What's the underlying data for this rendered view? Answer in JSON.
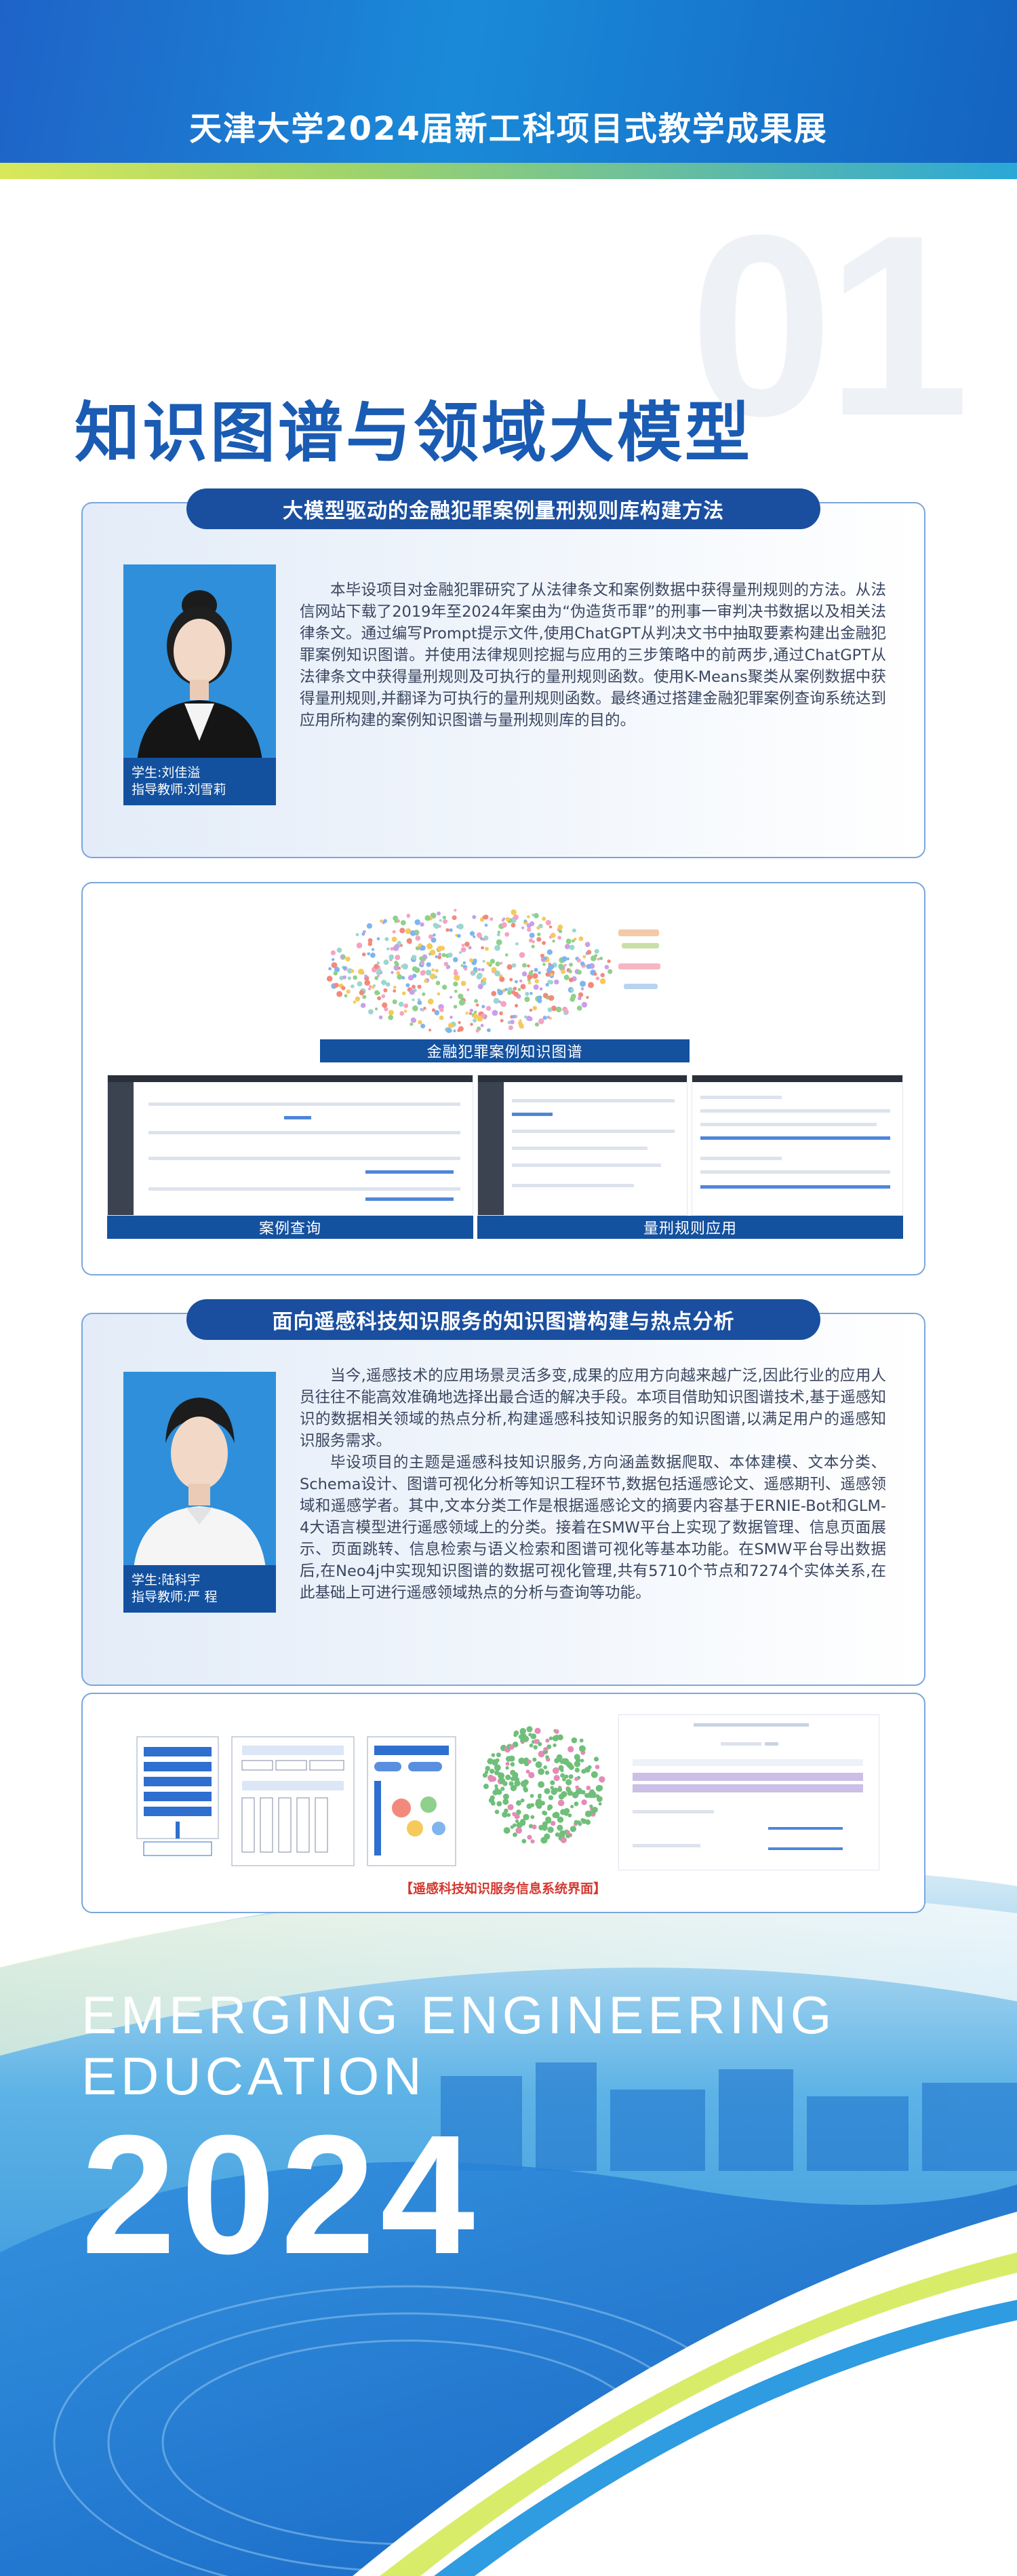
{
  "header": {
    "title": "天津大学2024届新工科项目式教学成果展"
  },
  "section": {
    "number": "01",
    "title": "知识图谱与领域大模型"
  },
  "project1": {
    "title": "大模型驱动的金融犯罪案例量刑规则库构建方法",
    "student": "学生:刘佳溢",
    "advisor": "指导教师:刘雪莉",
    "paragraphs": [
      "本毕设项目对金融犯罪研究了从法律条文和案例数据中获得量刑规则的方法。从法信网站下载了2019年至2024年案由为“伪造货币罪”的刑事一审判决书数据以及相关法律条文。通过编写Prompt提示文件,使用ChatGPT从判决文书中抽取要素构建出金融犯罪案例知识图谱。并使用法律规则挖掘与应用的三步策略中的前两步,通过ChatGPT从法律条文中获得量刑规则及可执行的量刑规则函数。使用K-Means聚类从案例数据中获得量刑规则,并翻译为可执行的量刑规则函数。最终通过搭建金融犯罪案例查询系统达到应用所构建的案例知识图谱与量刑规则库的目的。"
    ],
    "figures": {
      "graph_label": "金融犯罪案例知识图谱",
      "case_label": "案例查询",
      "rule_label": "量刑规则应用"
    }
  },
  "project2": {
    "title": "面向遥感科技知识服务的知识图谱构建与热点分析",
    "student": "学生:陆科宇",
    "advisor": "指导教师:严 程",
    "paragraphs": [
      "当今,遥感技术的应用场景灵活多变,成果的应用方向越来越广泛,因此行业的应用人员往往不能高效准确地选择出最合适的解决手段。本项目借助知识图谱技术,基于遥感知识的数据相关领域的热点分析,构建遥感科技知识服务的知识图谱,以满足用户的遥感知识服务需求。",
      "毕设项目的主题是遥感科技知识服务,方向涵盖数据爬取、本体建模、文本分类、Schema设计、图谱可视化分析等知识工程环节,数据包括遥感论文、遥感期刊、遥感领域和遥感学者。其中,文本分类工作是根据遥感论文的摘要内容基于ERNIE-Bot和GLM-4大语言模型进行遥感领域上的分类。接着在SMW平台上实现了数据管理、信息页面展示、页面跳转、信息检索与语义检索和图谱可视化等基本功能。在SMW平台导出数据后,在Neo4j中实现知识图谱的数据可视化管理,共有5710个节点和7274个实体关系,在此基础上可进行遥感领域热点的分析与查询等功能。"
    ],
    "figure_caption": "【遥感科技知识服务信息系统界面】"
  },
  "footer": {
    "line1": "EMERGING  ENGINEERING",
    "line2": "EDUCATION",
    "year": "2024"
  }
}
